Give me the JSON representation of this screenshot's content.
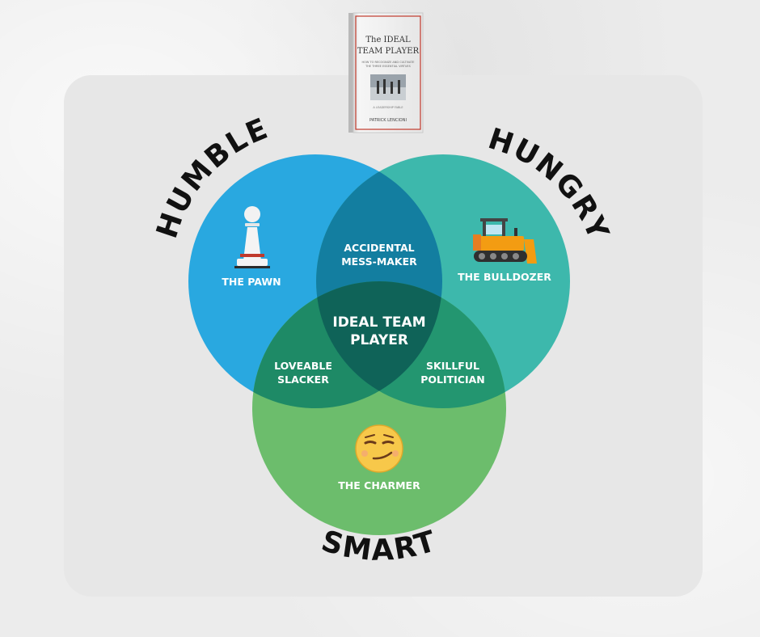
{
  "book": {
    "title_line1": "The IDEAL",
    "title_line2": "TEAM PLAYER",
    "subtitle_line1": "HOW TO RECOGNIZE AND CULTIVATE",
    "subtitle_line2": "THE THREE ESSENTIAL VIRTUES",
    "series": "A LEADERSHIP FABLE",
    "author": "PATRICK LENCIONI"
  },
  "circles": {
    "humble": {
      "title": "HUMBLE",
      "label": "THE PAWN",
      "icon": "pawn-icon",
      "color": "#29a8e0"
    },
    "hungry": {
      "title": "HUNGRY",
      "label": "THE BULLDOZER",
      "icon": "bulldozer-icon",
      "color": "#3db8ac"
    },
    "smart": {
      "title": "SMART",
      "label": "THE CHARMER",
      "icon": "smirk-emoji-icon",
      "color": "#6cbd6c"
    }
  },
  "overlaps": {
    "humble_hungry": {
      "line1": "ACCIDENTAL",
      "line2": "MESS-MAKER"
    },
    "humble_smart": {
      "line1": "LOVEABLE",
      "line2": "SLACKER"
    },
    "hungry_smart": {
      "line1": "SKILLFUL",
      "line2": "POLITICIAN"
    },
    "center": {
      "line1": "IDEAL TEAM",
      "line2": "PLAYER"
    }
  }
}
